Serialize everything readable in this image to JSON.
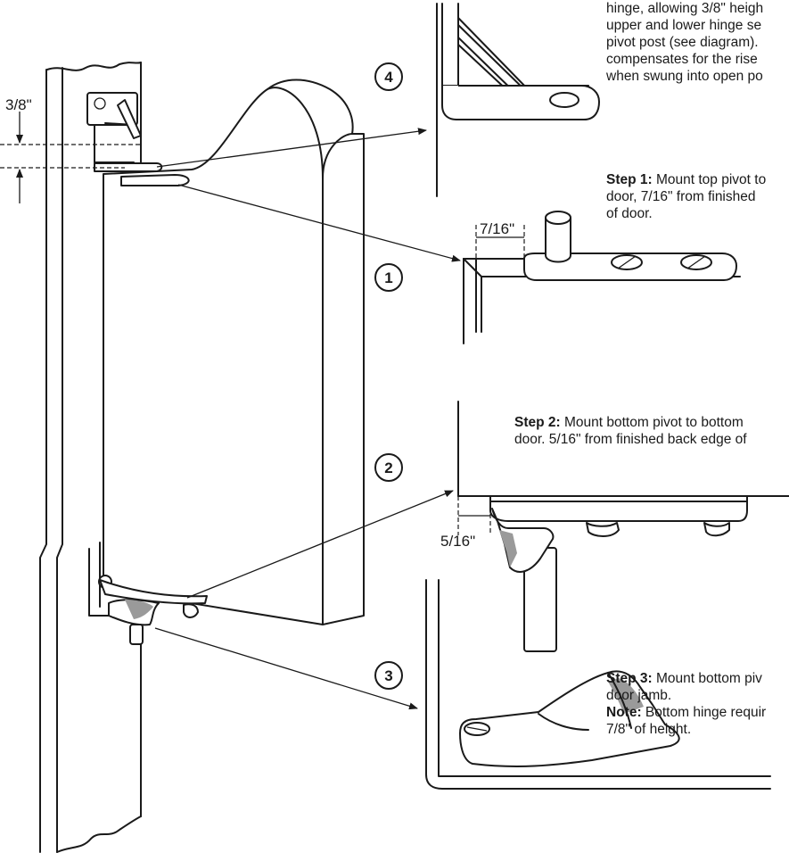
{
  "measurements": {
    "top_gap": "3/8\"",
    "top_pivot_offset": "7/16\"",
    "bottom_pivot_offset": "5/16\""
  },
  "step_numbers": {
    "top_hinge": "4",
    "step1": "1",
    "step2": "2",
    "step3": "3"
  },
  "instructions": {
    "top_hinge_text": [
      "hinge, allowing 3/8\" heigh",
      "upper and lower hinge se",
      "pivot post (see diagram).",
      "compensates for the rise",
      "when swung into open po"
    ],
    "step1": {
      "label": "Step 1:",
      "lines": [
        " Mount top pivot to",
        "door, 7/16\" from finished",
        "of door."
      ]
    },
    "step2": {
      "label": "Step 2:",
      "lines": [
        " Mount bottom pivot to bottom",
        "door. 5/16\" from finished back edge of"
      ]
    },
    "step3": {
      "label": "Step 3:",
      "lines": [
        " Mount bottom piv",
        "door jamb."
      ],
      "note_label": "Note:",
      "note_lines": [
        " Bottom hinge requir",
        "7/8\" of height."
      ]
    }
  }
}
